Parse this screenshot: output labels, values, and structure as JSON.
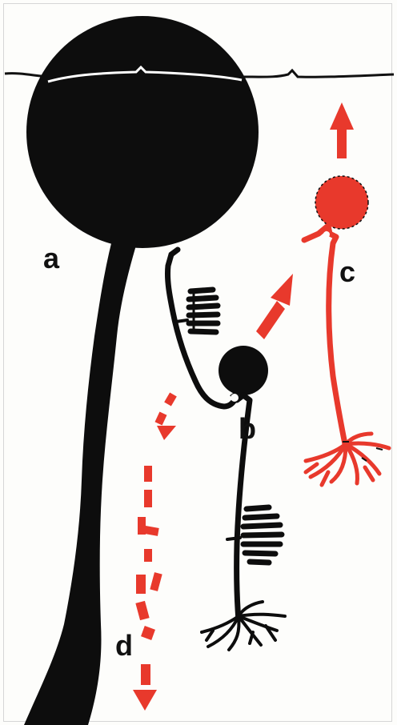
{
  "labels": {
    "a": "a",
    "b": "b",
    "c": "c",
    "d": "d"
  },
  "colors": {
    "ink": "#0d0d0d",
    "red": "#e8392c",
    "background": "#fdfdfb",
    "water_line": "#111111"
  }
}
